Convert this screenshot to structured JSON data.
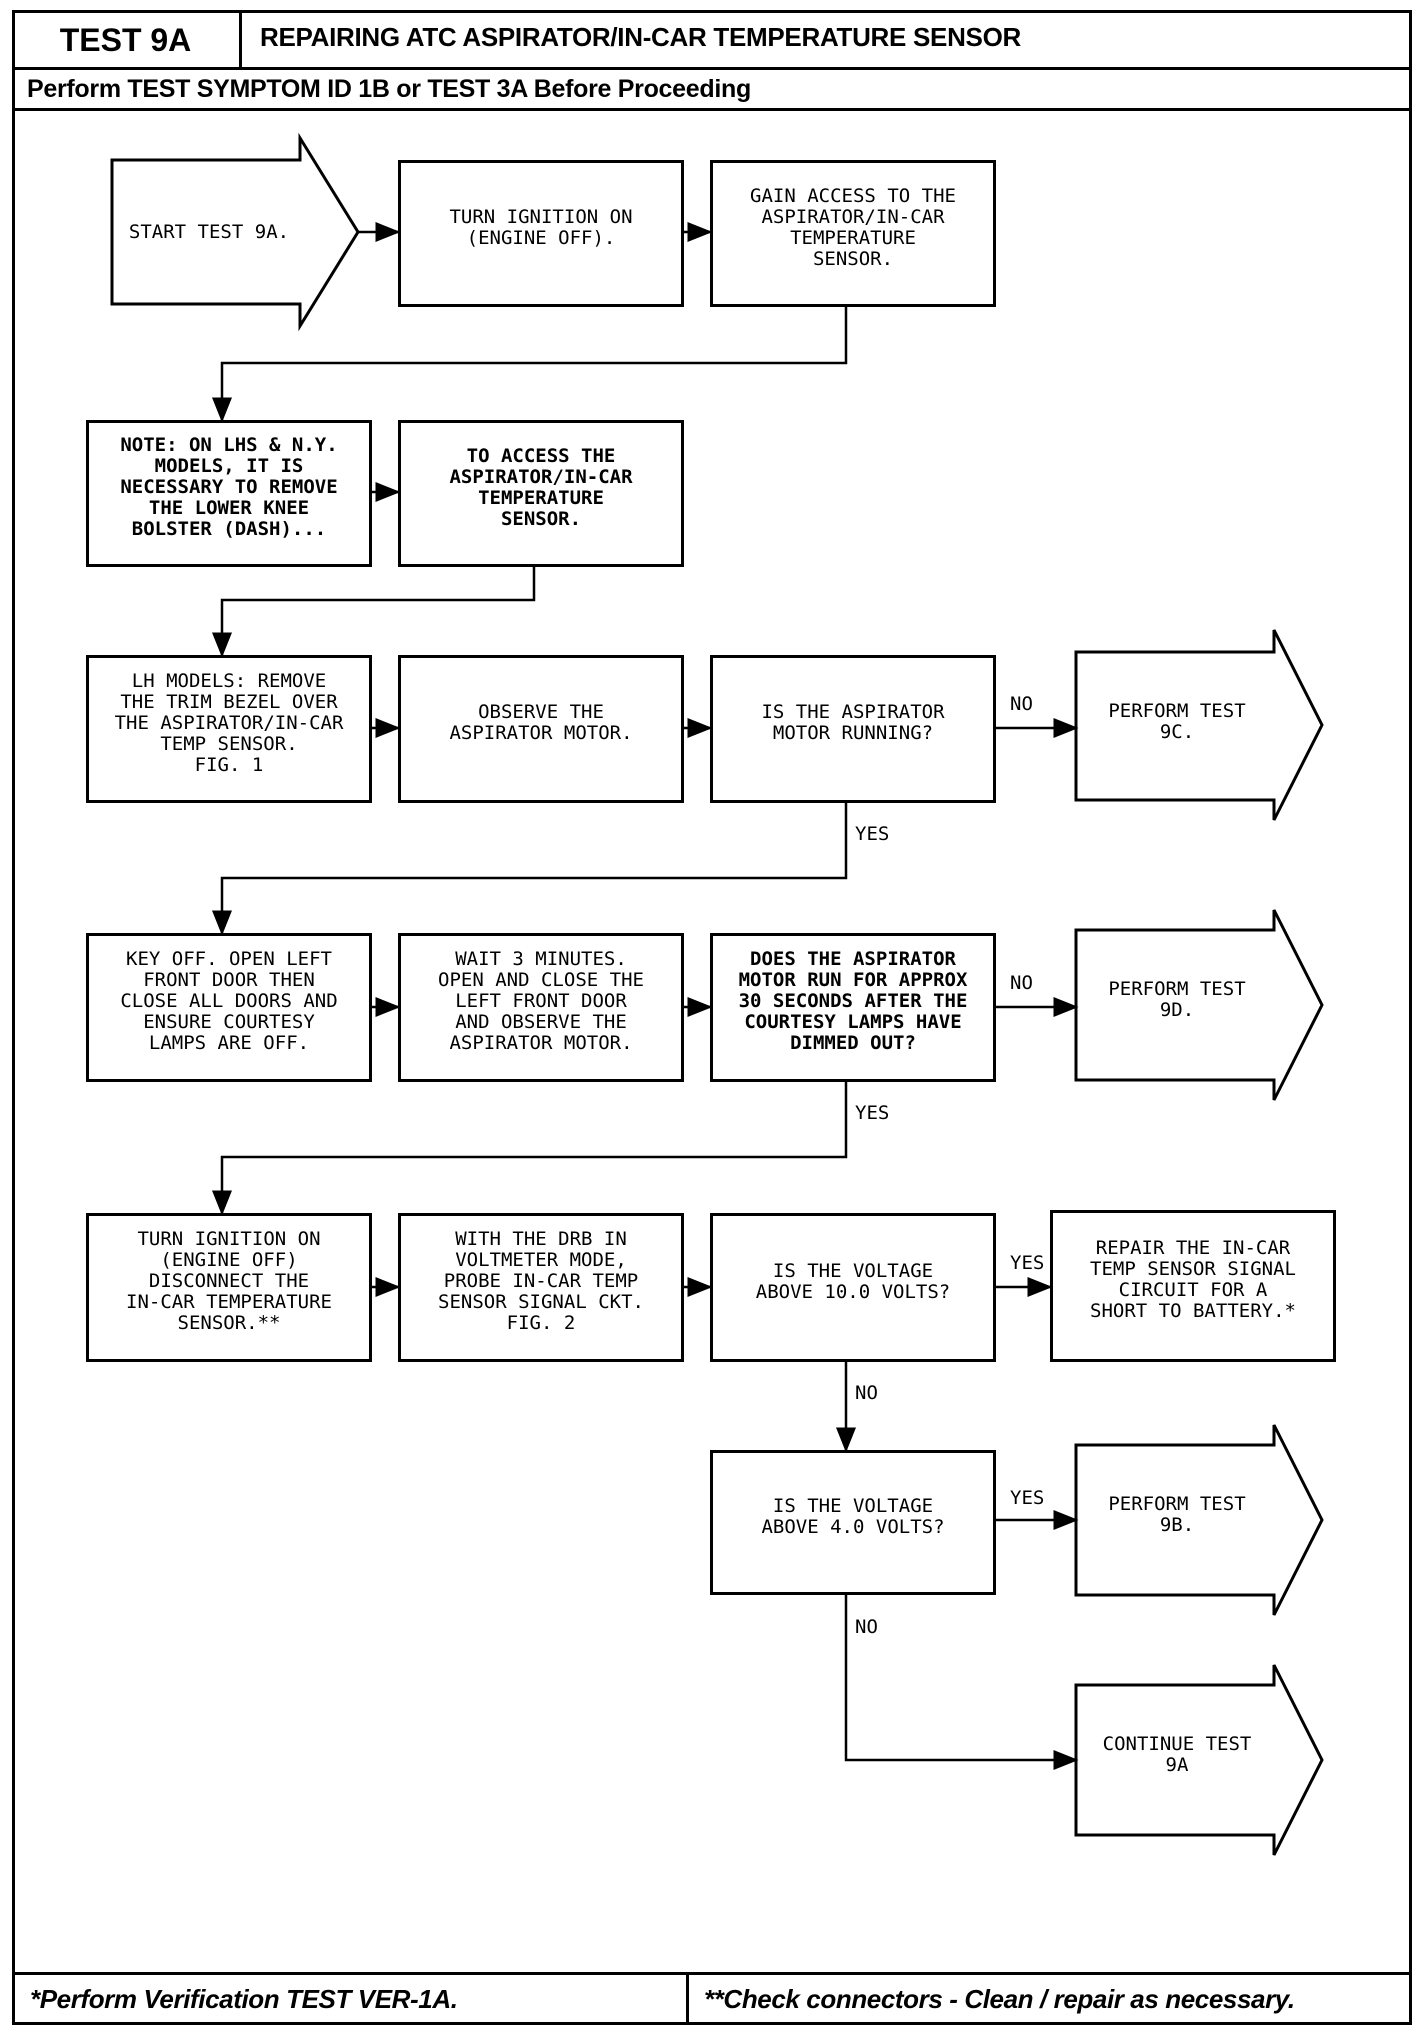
{
  "header": {
    "test_id": "TEST 9A",
    "title": "REPAIRING ATC ASPIRATOR/IN-CAR TEMPERATURE SENSOR",
    "prerequisite": "Perform TEST SYMPTOM ID 1B or TEST 3A Before Proceeding"
  },
  "steps": {
    "start": "START TEST 9A.",
    "ignition_on": "TURN IGNITION ON\n(ENGINE OFF).",
    "gain_access": "GAIN ACCESS TO THE\nASPIRATOR/IN-CAR\nTEMPERATURE\nSENSOR.",
    "note_lhs": "NOTE: ON LHS & N.Y.\nMODELS, IT IS\nNECESSARY TO REMOVE\nTHE LOWER KNEE\nBOLSTER (DASH)...",
    "to_access": "TO ACCESS THE\nASPIRATOR/IN-CAR\nTEMPERATURE\nSENSOR.",
    "lh_models": "LH MODELS: REMOVE\nTHE TRIM BEZEL OVER\nTHE ASPIRATOR/IN-CAR\nTEMP SENSOR.\nFIG. 1",
    "observe_motor": "OBSERVE THE\nASPIRATOR MOTOR.",
    "q_motor_running": "IS THE ASPIRATOR\nMOTOR RUNNING?",
    "perform_9c": "PERFORM TEST\n9C.",
    "key_off": "KEY OFF. OPEN LEFT\nFRONT DOOR THEN\nCLOSE ALL DOORS AND\nENSURE COURTESY\nLAMPS ARE OFF.",
    "wait_3": "WAIT 3 MINUTES.\nOPEN AND CLOSE THE\nLEFT FRONT DOOR\nAND OBSERVE THE\nASPIRATOR MOTOR.",
    "q_motor_run_30": "DOES THE ASPIRATOR\nMOTOR RUN FOR APPROX\n30 SECONDS AFTER THE\nCOURTESY LAMPS HAVE\nDIMMED OUT?",
    "perform_9d": "PERFORM TEST\n9D.",
    "ignition_disconnect": "TURN IGNITION ON\n(ENGINE OFF)\nDISCONNECT THE\nIN-CAR TEMPERATURE\nSENSOR.**",
    "drb_voltmeter": "WITH THE DRB IN\nVOLTMETER MODE,\nPROBE IN-CAR TEMP\nSENSOR SIGNAL CKT.\nFIG. 2",
    "q_voltage_10": "IS THE VOLTAGE\nABOVE 10.0 VOLTS?",
    "repair_short": "REPAIR THE IN-CAR\nTEMP SENSOR SIGNAL\nCIRCUIT FOR A\nSHORT TO BATTERY.*",
    "q_voltage_4": "IS THE VOLTAGE\nABOVE 4.0 VOLTS?",
    "perform_9b": "PERFORM TEST\n9B.",
    "continue_9a": "CONTINUE TEST\n9A"
  },
  "labels": {
    "no1": "NO",
    "yes1": "YES",
    "no2": "NO",
    "yes2": "YES",
    "yes3": "YES",
    "no3": "NO",
    "yes4": "YES",
    "no4": "NO"
  },
  "footer": {
    "left": "*Perform Verification TEST VER-1A.",
    "right": "**Check connectors - Clean / repair as necessary."
  }
}
